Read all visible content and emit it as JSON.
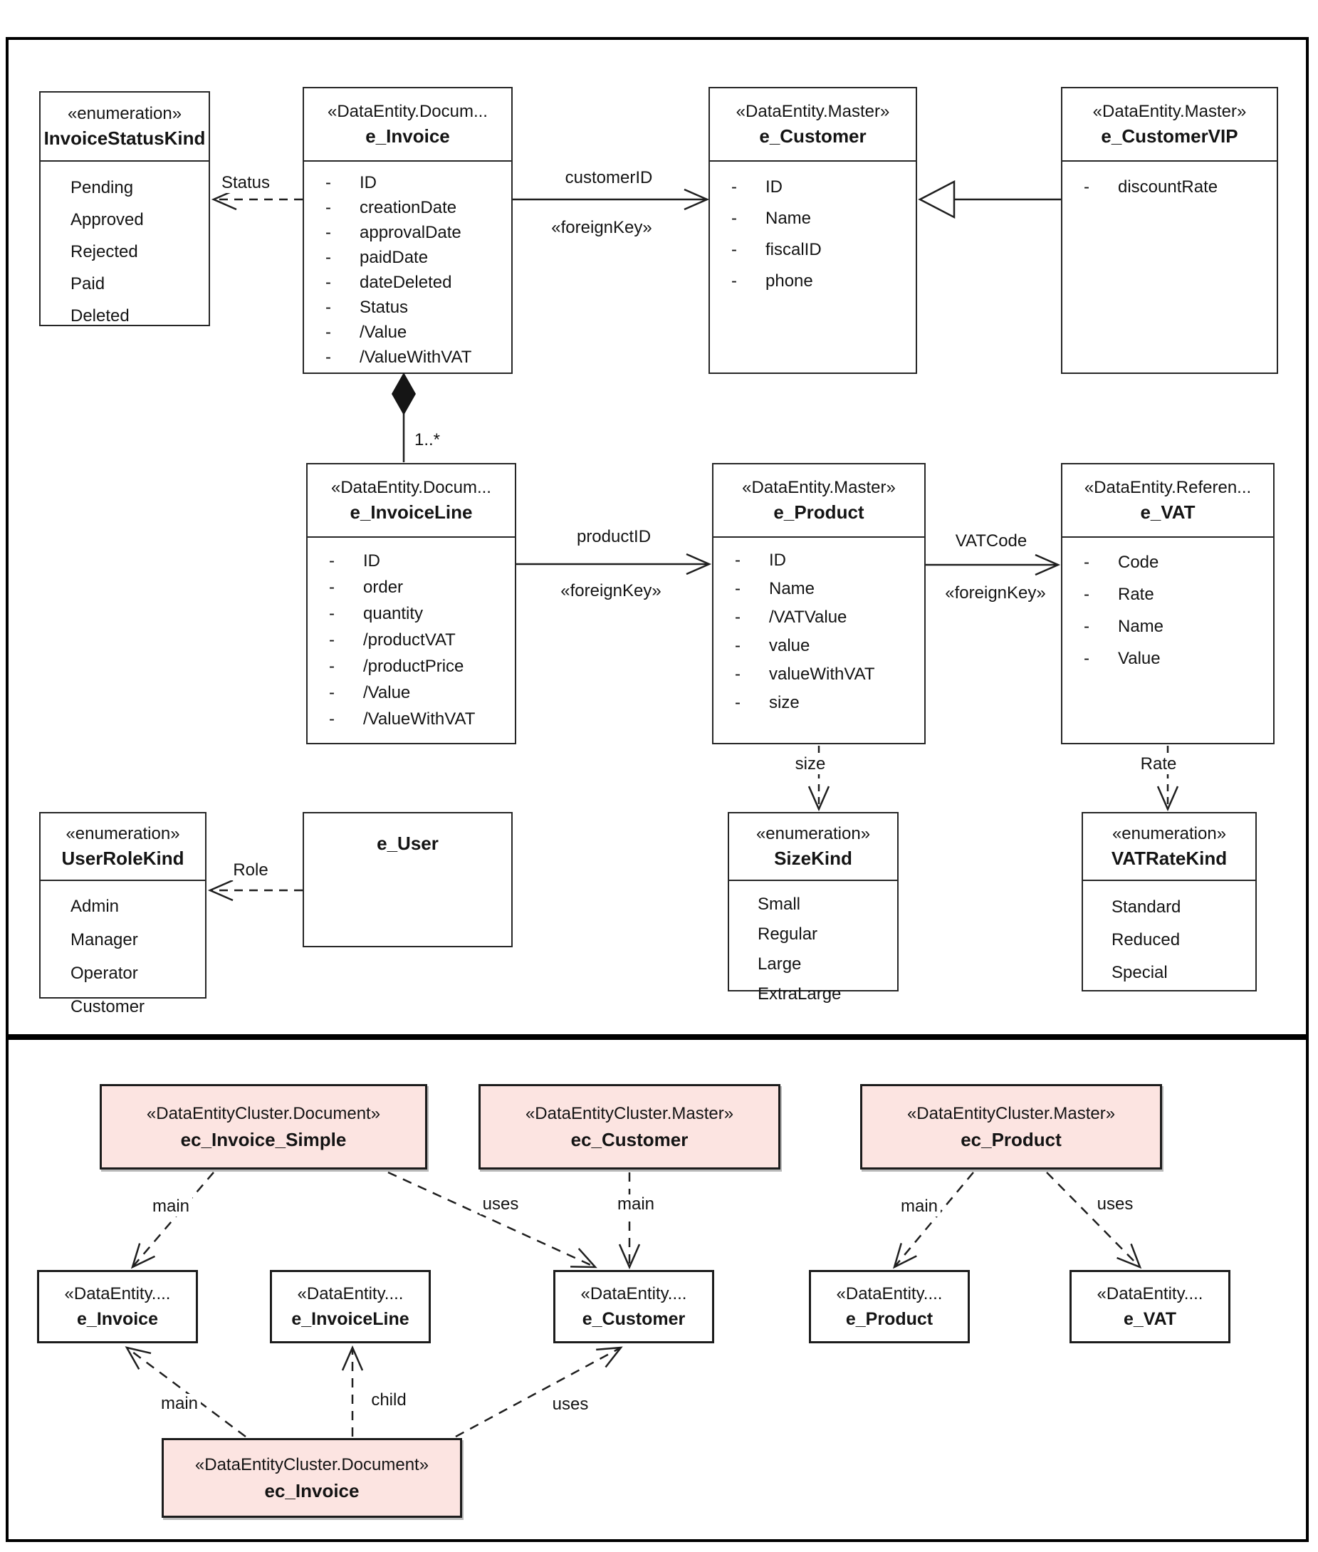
{
  "colors": {
    "background": "#ffffff",
    "line": "#1f1f1f",
    "box_border": "#262626",
    "cluster_fill": "#fce4e1",
    "cluster_border": "#1c1c1c",
    "text": "#141414"
  },
  "entities": {
    "invoice_status_kind": {
      "stereotype": "«enumeration»",
      "name": "InvoiceStatusKind",
      "literals": [
        "Pending",
        "Approved",
        "Rejected",
        "Paid",
        "Deleted"
      ]
    },
    "e_invoice": {
      "stereotype": "«DataEntity.Docum...",
      "name": "e_Invoice",
      "attr_prefix": "-",
      "attrs": [
        "ID",
        "creationDate",
        "approvalDate",
        "paidDate",
        "dateDeleted",
        "Status",
        "/Value",
        "/ValueWithVAT"
      ]
    },
    "e_customer": {
      "stereotype": "«DataEntity.Master»",
      "name": "e_Customer",
      "attr_prefix": "-",
      "attrs": [
        "ID",
        "Name",
        "fiscalID",
        "phone"
      ]
    },
    "e_customer_vip": {
      "stereotype": "«DataEntity.Master»",
      "name": "e_CustomerVIP",
      "attr_prefix": "-",
      "attrs": [
        "discountRate"
      ]
    },
    "e_invoice_line": {
      "stereotype": "«DataEntity.Docum...",
      "name": "e_InvoiceLine",
      "attr_prefix": "-",
      "attrs": [
        "ID",
        "order",
        "quantity",
        "/productVAT",
        "/productPrice",
        "/Value",
        "/ValueWithVAT"
      ]
    },
    "e_product": {
      "stereotype": "«DataEntity.Master»",
      "name": "e_Product",
      "attr_prefix": "-",
      "attrs": [
        "ID",
        "Name",
        "/VATValue",
        "value",
        "valueWithVAT",
        "size"
      ]
    },
    "e_vat": {
      "stereotype": "«DataEntity.Referen...",
      "name": "e_VAT",
      "attr_prefix": "-",
      "attrs": [
        "Code",
        "Rate",
        "Name",
        "Value"
      ]
    },
    "user_role_kind": {
      "stereotype": "«enumeration»",
      "name": "UserRoleKind",
      "literals": [
        "Admin",
        "Manager",
        "Operator",
        "Customer"
      ]
    },
    "e_user": {
      "name": "e_User"
    },
    "size_kind": {
      "stereotype": "«enumeration»",
      "name": "SizeKind",
      "literals": [
        "Small",
        "Regular",
        "Large",
        "ExtraLarge"
      ]
    },
    "vat_rate_kind": {
      "stereotype": "«enumeration»",
      "name": "VATRateKind",
      "literals": [
        "Standard",
        "Reduced",
        "Special"
      ]
    }
  },
  "clusters": {
    "ec_invoice_simple": {
      "stereotype": "«DataEntityCluster.Document»",
      "name": "ec_Invoice_Simple"
    },
    "ec_customer": {
      "stereotype": "«DataEntityCluster.Master»",
      "name": "ec_Customer"
    },
    "ec_product": {
      "stereotype": "«DataEntityCluster.Master»",
      "name": "ec_Product"
    },
    "ec_invoice": {
      "stereotype": "«DataEntityCluster.Document»",
      "name": "ec_Invoice"
    }
  },
  "cluster_refs": {
    "e_invoice": {
      "stereotype": "«DataEntity....",
      "name": "e_Invoice"
    },
    "e_invoice_line": {
      "stereotype": "«DataEntity....",
      "name": "e_InvoiceLine"
    },
    "e_customer": {
      "stereotype": "«DataEntity....",
      "name": "e_Customer"
    },
    "e_product": {
      "stereotype": "«DataEntity....",
      "name": "e_Product"
    },
    "e_vat": {
      "stereotype": "«DataEntity....",
      "name": "e_VAT"
    }
  },
  "connector_labels": {
    "status": "Status",
    "customer_id": "customerID",
    "foreign_key": "«foreignKey»",
    "product_id": "productID",
    "vat_code": "VATCode",
    "multiplicity": "1..*",
    "size": "size",
    "rate": "Rate",
    "role": "Role",
    "main": "main",
    "uses": "uses",
    "child": "child"
  }
}
